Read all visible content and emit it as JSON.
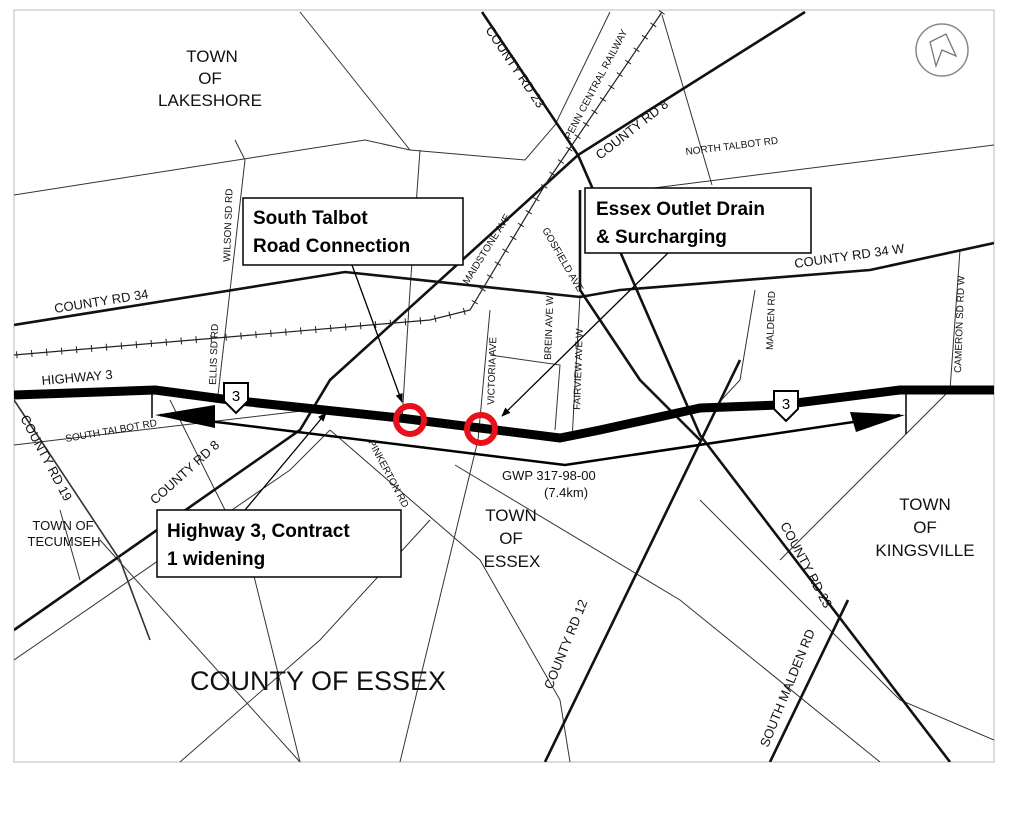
{
  "map": {
    "towns": {
      "lakeshore": [
        "TOWN",
        "OF",
        "LAKESHORE"
      ],
      "tecumseh": [
        "TOWN OF",
        "TECUMSEH"
      ],
      "essex": [
        "TOWN",
        "OF",
        "ESSEX"
      ],
      "kingsville": [
        "TOWN",
        "OF",
        "KINGSVILLE"
      ],
      "county": "COUNTY OF ESSEX"
    },
    "roads": {
      "county_rd_23_north": "COUNTY RD 23",
      "county_rd_23_south": "COUNTY RD 23",
      "penn_central_railway": "PENN CENTRAL RAILWAY",
      "county_rd_8_north": "COUNTY RD 8",
      "county_rd_8_south": "COUNTY RD 8",
      "north_talbot_rd": "NORTH TALBOT RD",
      "county_rd_34": "COUNTY RD 34",
      "county_rd_34_w": "COUNTY RD 34 W",
      "wilson_sd_rd": "WILSON SD RD",
      "ellis_sd_rd": "ELLIS SD RD",
      "maidstone_ave": "MAIDSTONE AVE",
      "gosfield_ave": "GOSFIELD AVE",
      "victoria_ave": "VICTORIA AVE",
      "brein_ave_w": "BREIN AVE W",
      "fairview_ave_w": "FAIRVIEW AVE W",
      "malden_rd": "MALDEN RD",
      "cameron_sd_rd_w": "CAMERON SD RD W",
      "highway_3": "HIGHWAY 3",
      "south_talbot_rd": "SOUTH TALBOT RD",
      "county_rd_19": "COUNTY RD 19",
      "pinkerton_rd": "PINKERTON RD",
      "county_rd_12": "COUNTY RD 12",
      "south_malden_rd": "SOUTH MALDEN RD"
    },
    "highway_shield": "3",
    "project": {
      "code": "GWP 317-98-00",
      "length": "(7.4km)"
    },
    "callouts": {
      "south_talbot": [
        "South Talbot",
        "Road Connection"
      ],
      "essex_outlet": [
        "Essex Outlet Drain",
        "& Surcharging"
      ],
      "contract1": [
        "Highway 3, Contract",
        "1 widening"
      ]
    },
    "colors": {
      "marker": "#e8101a",
      "road": "#111111"
    }
  }
}
